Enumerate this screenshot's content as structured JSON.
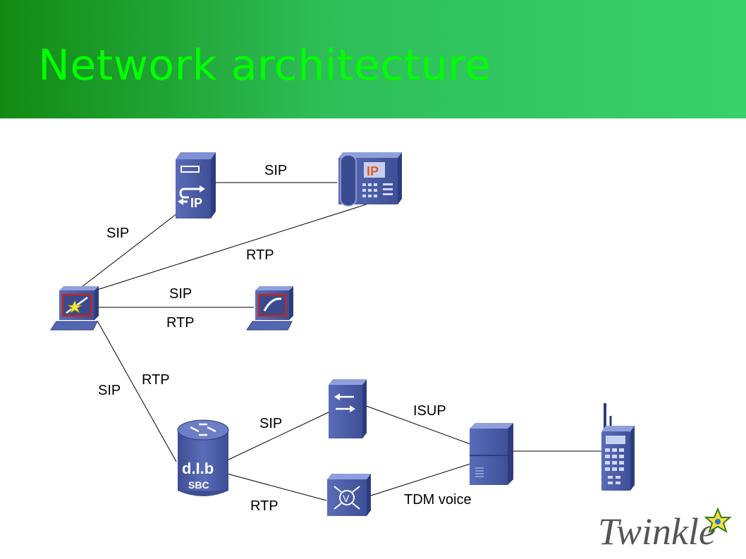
{
  "slide": {
    "title": "Network architecture"
  },
  "icons": {
    "sip_server": "sip-server-icon",
    "ip_phone": "ip-phone-icon",
    "softphone_client": "softphone-workstation-icon",
    "softphone_peer": "softphone-peer-icon",
    "sbc": "sbc-router-icon",
    "signaling_gateway": "signaling-gateway-icon",
    "media_gateway": "media-gateway-icon",
    "pstn_switch": "pstn-switch-icon",
    "mobile_phone": "mobile-phone-icon"
  },
  "links": {
    "client_to_server": "SIP",
    "server_to_ipphone": "SIP",
    "client_to_ipphone": "RTP",
    "client_to_peer_sip": "SIP",
    "client_to_peer_rtp": "RTP",
    "client_to_sbc_sip": "SIP",
    "client_to_sbc_rtp": "RTP",
    "sbc_to_sg": "SIP",
    "sbc_to_mg": "RTP",
    "sg_to_switch": "ISUP",
    "mg_to_switch": "TDM voice"
  },
  "sbc_label": "SBC",
  "ip_badge": "IP",
  "logo": {
    "text": "Twinkle"
  },
  "colors": {
    "header_start": "#138a13",
    "header_end": "#38d06a",
    "title": "#00ff00",
    "device_blue": "#4a5ca8"
  }
}
